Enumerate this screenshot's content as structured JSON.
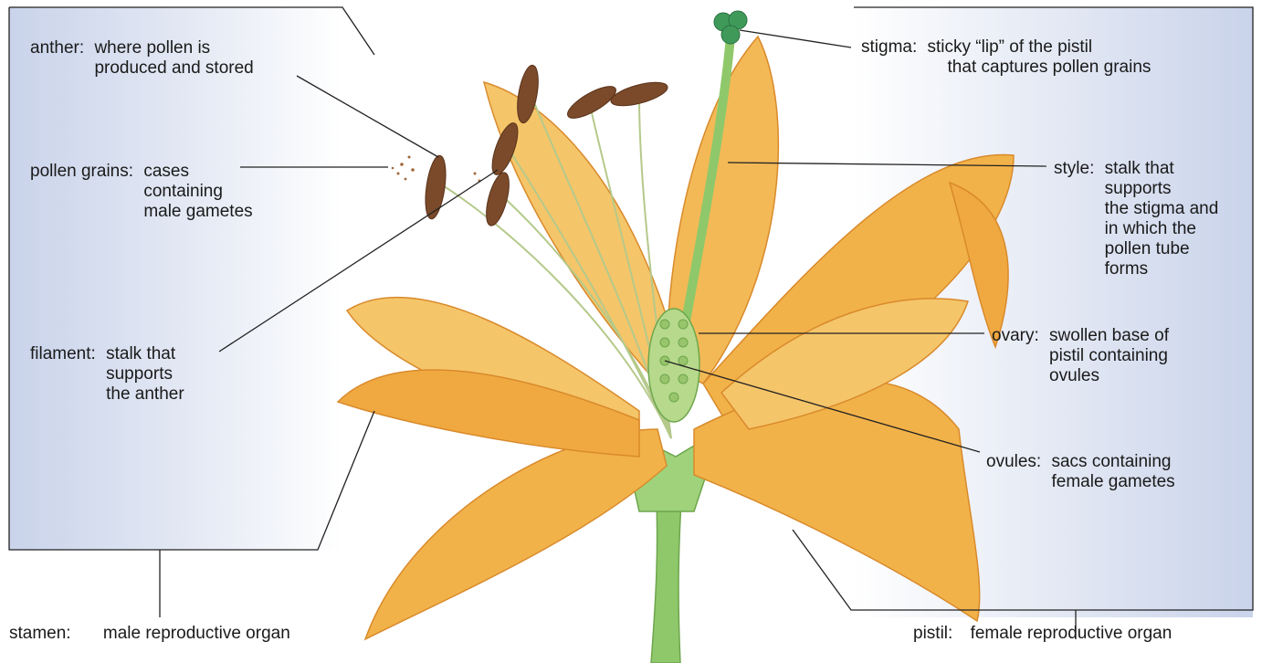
{
  "labels": {
    "anther": {
      "term": "anther:",
      "def": [
        "where pollen is",
        "produced and stored"
      ]
    },
    "pollen_grains": {
      "term": "pollen grains:",
      "def": [
        "cases",
        "containing",
        "male gametes"
      ]
    },
    "filament": {
      "term": "filament:",
      "def": [
        "stalk that",
        "supports",
        "the anther"
      ]
    },
    "stamen": {
      "term": "stamen:",
      "def": [
        "male reproductive organ"
      ]
    },
    "stigma": {
      "term": "stigma:",
      "def": [
        "sticky “lip” of the pistil",
        "that captures pollen grains"
      ]
    },
    "style": {
      "term": "style:",
      "def": [
        "stalk that",
        "supports",
        "the stigma and",
        "in which the",
        "pollen tube",
        "forms"
      ]
    },
    "ovary": {
      "term": "ovary:",
      "def": [
        "swollen base of",
        "pistil containing",
        "ovules"
      ]
    },
    "ovules": {
      "term": "ovules:",
      "def": [
        "sacs containing",
        "female gametes"
      ]
    },
    "pistil": {
      "term": "pistil:",
      "def": [
        "female reproductive organ"
      ]
    }
  },
  "colors": {
    "petal": "#f2b24a",
    "petal_dark": "#d98a2b",
    "stem": "#8fc86a",
    "anther": "#7a4a2a",
    "stigma": "#3f9a5a",
    "panel": "#c9d3ea",
    "line": "#222222"
  }
}
